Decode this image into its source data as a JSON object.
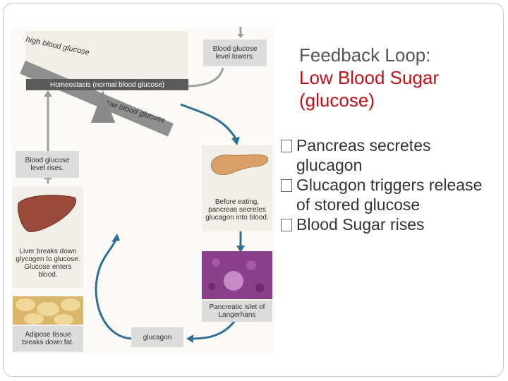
{
  "slide": {
    "title_line1": "Feedback Loop:",
    "title_line2": "Low Blood Sugar",
    "title_line3": "(glucose)",
    "bullets": [
      "Pancreas secretes glucagon",
      "Glucagon triggers release of stored glucose",
      "Blood Sugar rises"
    ]
  },
  "diagram": {
    "high_label": "high blood glucose",
    "homeostasis": "Homeostasis (normal blood glucose)",
    "low_label": "low blood glucose",
    "level_lowers": "Blood glucose level lowers.",
    "before_eating": "Before eating, pancreas secretes glucagon into blood.",
    "islet": "Pancreatic islet of Langerhans",
    "glucagon": "glucagon",
    "adipose": "Adipose tissue breaks down fat.",
    "liver": "Liver breaks down glycogen to glucose. Glucose enters blood.",
    "level_rises": "Blood glucose level rises."
  },
  "colors": {
    "accent": "#c0141a",
    "arrow": "#2f6f97",
    "text": "#333333"
  }
}
